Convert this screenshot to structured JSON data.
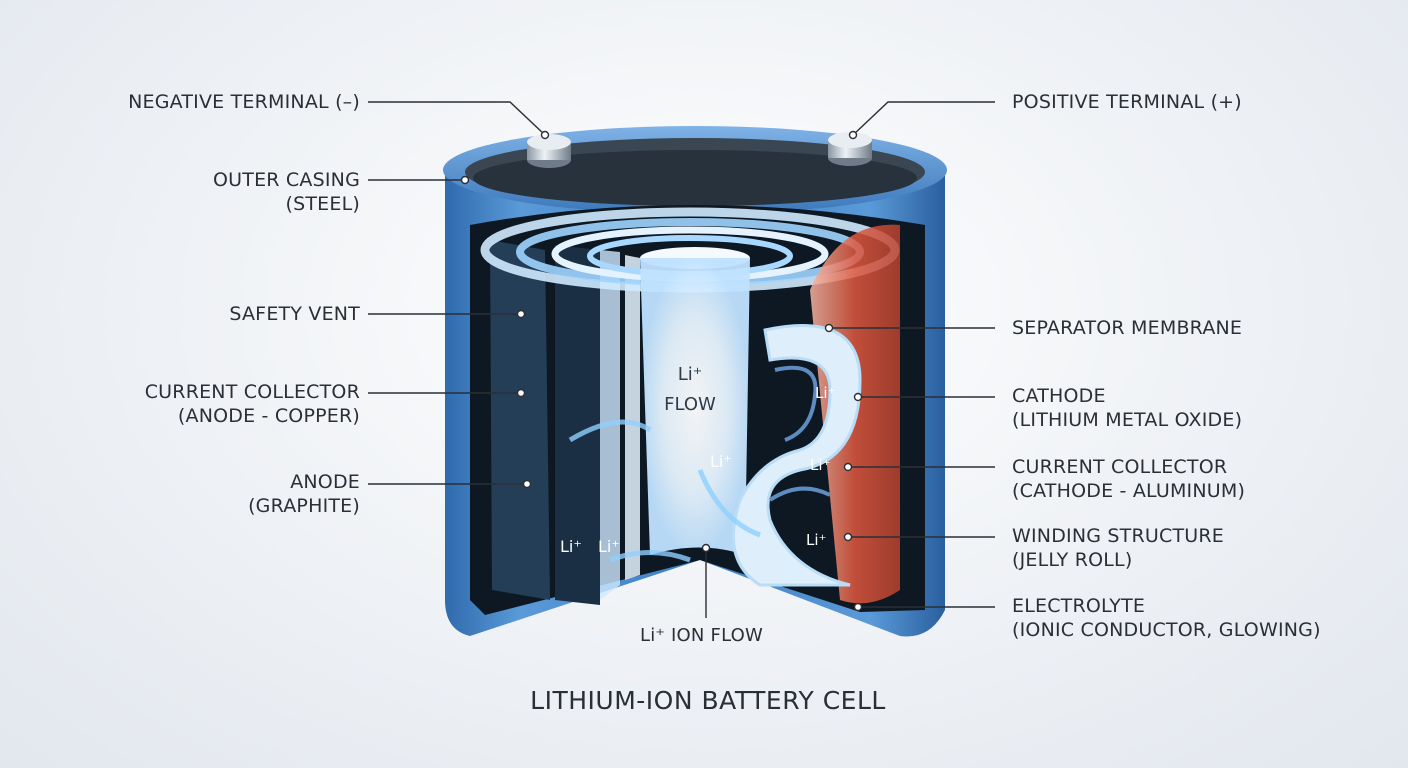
{
  "labels": {
    "negative_terminal": "NEGATIVE TERMINAL (–)",
    "outer_casing": [
      "OUTER CASING",
      "(STEEL)"
    ],
    "safety_vent": "SAFETY VENT",
    "current_collector_anode": [
      "CURRENT COLLECTOR",
      "(ANODE - COPPER)"
    ],
    "anode": [
      "ANODE",
      "(GRAPHITE)"
    ],
    "positive_terminal": "POSITIVE TERMINAL (+)",
    "separator_membrane": "SEPARATOR MEMBRANE",
    "cathode": [
      "CATHODE",
      "(LITHIUM METAL OXIDE)"
    ],
    "current_collector_cathode": [
      "CURRENT COLLECTOR",
      "(CATHODE - ALUMINUM)"
    ],
    "winding_structure": [
      "WINDING STRUCTURE",
      "(JELLY ROLL)"
    ],
    "electrolyte": [
      "ELECTROLYTE",
      "(IONIC CONDUCTOR, GLOWING)"
    ],
    "ion_flow_bottom": "Li⁺ ION FLOW"
  },
  "inner": {
    "li_flow": [
      "Li⁺",
      "FLOW"
    ],
    "li_ion": "Li⁺"
  },
  "title": "LITHIUM-ION BATTERY CELL",
  "colors": {
    "casing": "#3f7fc4",
    "casing_light": "#7fb2e6",
    "glow_blue": "#8fd0ff",
    "cathode_red": "#e0573e",
    "text": "#2b2f36"
  }
}
